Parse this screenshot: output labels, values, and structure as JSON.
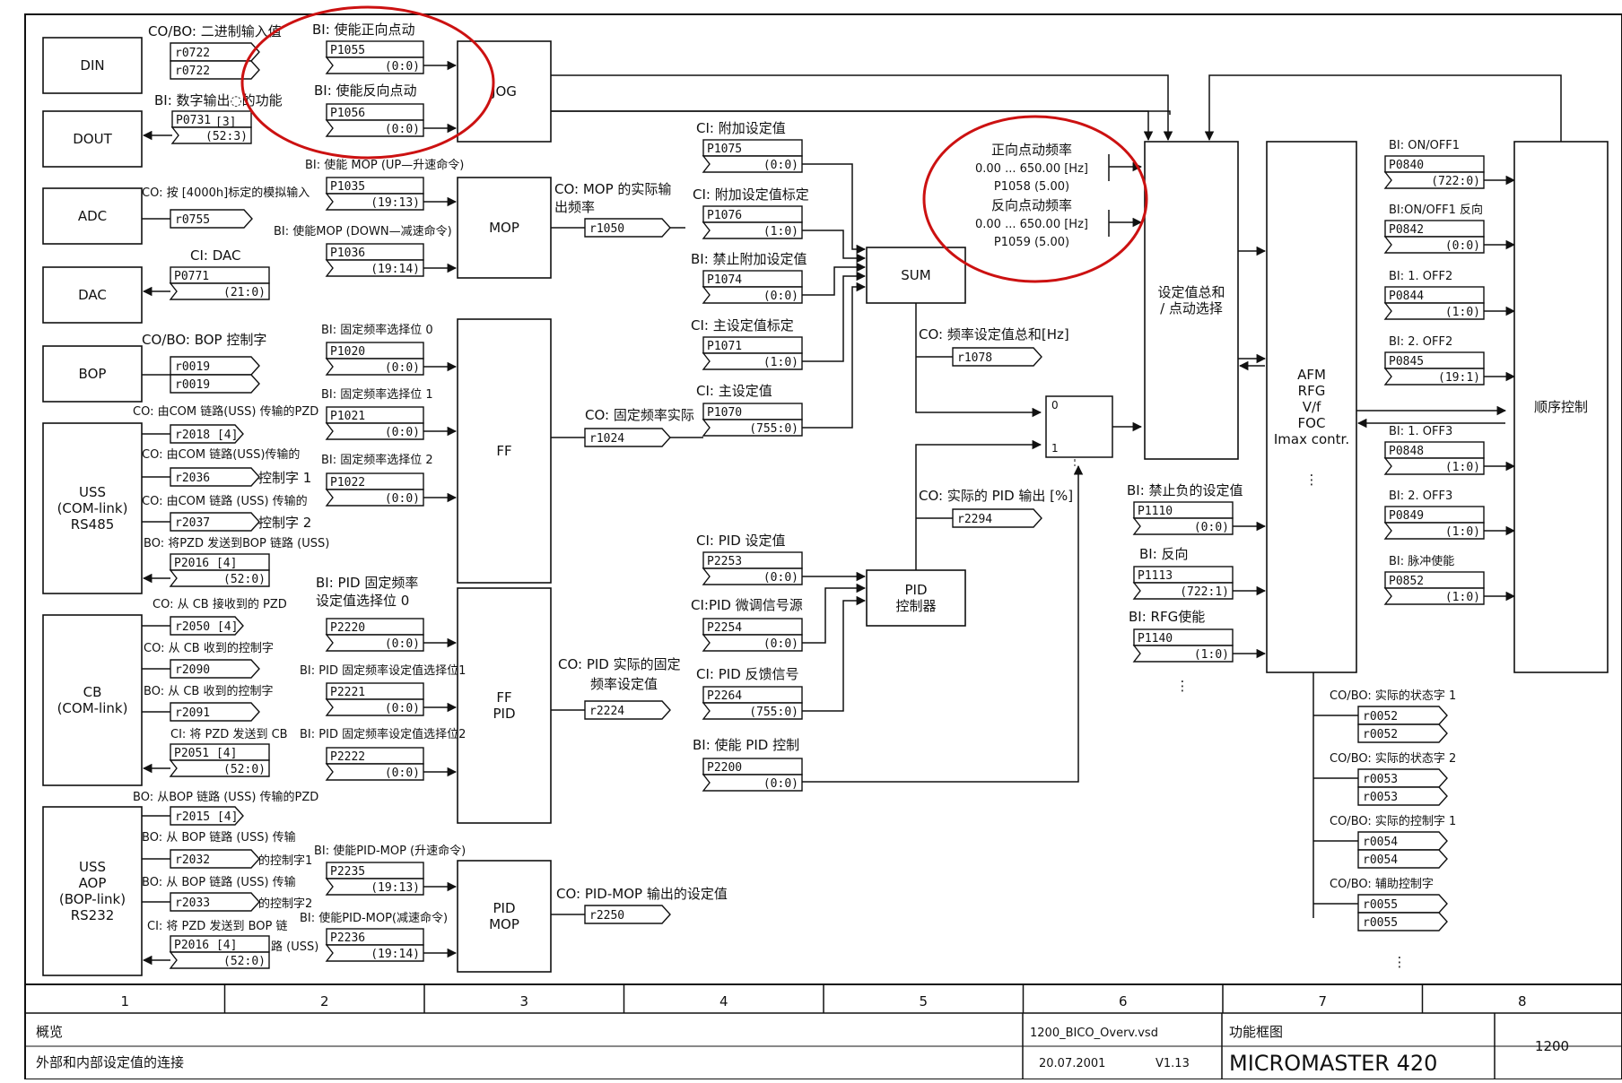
{
  "blocks": {
    "din": "DIN",
    "dout": "DOUT",
    "adc": "ADC",
    "dac": "DAC",
    "bop": "BOP",
    "uss": [
      "USS",
      "(COM-link)",
      "RS485"
    ],
    "cb": [
      "CB",
      "(COM-link)"
    ],
    "uss_aop": [
      "USS",
      "AOP",
      "(BOP-link)",
      "RS232"
    ],
    "jog": "JOG",
    "mop": "MOP",
    "ff": "FF",
    "ff_pid": [
      "FF",
      "PID"
    ],
    "pid_mop": [
      "PID",
      "MOP"
    ],
    "sum": "SUM",
    "pid_ctrl": [
      "PID",
      "控制器"
    ],
    "setpoint_sum": [
      "设定值总和",
      "/ 点动选择"
    ],
    "afm": [
      "AFM",
      "RFG",
      "V/f",
      "FOC",
      "Imax contr."
    ],
    "sequence": "顺序控制"
  },
  "col1": {
    "din_label": "CO/BO: 二进制输入值",
    "din_params": [
      "r0722",
      "r0722"
    ],
    "dout_label": "BI: 数字输出◌的功能",
    "dout_param": "P0731",
    "dout_index": "[3]",
    "dout_value": "(52:3)",
    "adc_label": "CO: 按 [4000h]标定的模拟输入",
    "adc_param": "r0755",
    "dac_label": "CI: DAC",
    "dac_param": "P0771",
    "dac_value": "(21:0)",
    "bop_label": "CO/BO: BOP 控制字",
    "bop_params": [
      "r0019",
      "r0019"
    ],
    "uss1_label": "CO: 由COM 链路(USS) 传输的PZD",
    "uss1_param": "r2018 [4]",
    "uss2_label": "CO: 由COM 链路(USS)传输的",
    "uss2_param": "r2036",
    "uss2_suffix": "控制字 1",
    "uss3_label": "CO: 由COM 链路 (USS) 传输的",
    "uss3_param": "r2037",
    "uss3_suffix": "控制字 2",
    "uss4_label": "BO: 将PZD 发送到BOP 链路 (USS)",
    "uss4_param": "P2016 [4]",
    "uss4_value": "(52:0)",
    "cb1_label": "CO: 从 CB 接收到的 PZD",
    "cb1_param": "r2050 [4]",
    "cb2_label": "CO: 从 CB 收到的控制字",
    "cb2_param": "r2090",
    "cb3_label": "BO: 从 CB 收到的控制字",
    "cb3_param": "r2091",
    "cb4_label": "CI: 将 PZD 发送到 CB",
    "cb4_param": "P2051 [4]",
    "cb4_value": "(52:0)",
    "aop1_label": "BO: 从BOP 链路 (USS) 传输的PZD",
    "aop1_param": "r2015 [4]",
    "aop2_label": "BO: 从 BOP 链路 (USS) 传输",
    "aop2_param": "r2032",
    "aop2_suffix": "的控制字1",
    "aop3_label": "BO: 从 BOP 链路 (USS) 传输",
    "aop3_param": "r2033",
    "aop3_suffix": "的控制字2",
    "aop4_label": "CI: 将 PZD 发送到 BOP 链",
    "aop4_suffix": "路 (USS)",
    "aop4_param": "P2016 [4]",
    "aop4_value": "(52:0)"
  },
  "col2": {
    "jog_fwd_label": "BI: 使能正向点动",
    "jog_fwd_param": "P1055",
    "jog_fwd_value": "(0:0)",
    "jog_rev_label": "BI: 使能反向点动",
    "jog_rev_param": "P1056",
    "jog_rev_value": "(0:0)",
    "mop_up_label": "BI: 使能 MOP (UP—升速命令)",
    "mop_up_param": "P1035",
    "mop_up_value": "(19:13)",
    "mop_down_label": "BI: 使能MOP (DOWN—减速命令)",
    "mop_down_param": "P1036",
    "mop_down_value": "(19:14)",
    "ff0_label": "BI: 固定频率选择位 0",
    "ff0_param": "P1020",
    "ff0_value": "(0:0)",
    "ff1_label": "BI: 固定频率选择位 1",
    "ff1_param": "P1021",
    "ff1_value": "(0:0)",
    "ff2_label": "BI: 固定频率选择位 2",
    "ff2_param": "P1022",
    "ff2_value": "(0:0)",
    "ffpid0_label1": "BI: PID 固定频率",
    "ffpid0_label2": "设定值选择位 0",
    "ffpid0_param": "P2220",
    "ffpid0_value": "(0:0)",
    "ffpid1_label": "BI: PID 固定频率设定值选择位1",
    "ffpid1_param": "P2221",
    "ffpid1_value": "(0:0)",
    "ffpid2_label": "BI: PID 固定频率设定值选择位2",
    "ffpid2_param": "P2222",
    "ffpid2_value": "(0:0)",
    "pidmop_up_label": "BI: 使能PID-MOP (升速命令)",
    "pidmop_up_param": "P2235",
    "pidmop_up_value": "(19:13)",
    "pidmop_down_label": "BI: 使能PID-MOP(减速命令)",
    "pidmop_down_param": "P2236",
    "pidmop_down_value": "(19:14)"
  },
  "col3": {
    "mop_out_label1": "CO: MOP 的实际输",
    "mop_out_label2": "出频率",
    "mop_out_param": "r1050",
    "ff_out_label": "CO: 固定频率实际",
    "ff_out_param": "r1024",
    "ffpid_out_label1": "CO: PID 实际的固定",
    "ffpid_out_label2": "频率设定值",
    "ffpid_out_param": "r2224",
    "pidmop_out_label": "CO: PID-MOP 输出的设定值",
    "pidmop_out_param": "r2250"
  },
  "col4": {
    "add_label": "CI: 附加设定值",
    "add_param": "P1075",
    "add_value": "(0:0)",
    "add_scale_label": "CI: 附加设定值标定",
    "add_scale_param": "P1076",
    "add_scale_value": "(1:0)",
    "add_inhibit_label": "BI: 禁止附加设定值",
    "add_inhibit_param": "P1074",
    "add_inhibit_value": "(0:0)",
    "main_scale_label": "CI: 主设定值标定",
    "main_scale_param": "P1071",
    "main_scale_value": "(1:0)",
    "main_label": "CI: 主设定值",
    "main_param": "P1070",
    "main_value": "(755:0)",
    "pid_sp_label": "CI: PID 设定值",
    "pid_sp_param": "P2253",
    "pid_sp_value": "(0:0)",
    "pid_trim_label": "CI:PID 微调信号源",
    "pid_trim_param": "P2254",
    "pid_trim_value": "(0:0)",
    "pid_fb_label": "CI: PID 反馈信号",
    "pid_fb_param": "P2264",
    "pid_fb_value": "(755:0)",
    "pid_en_label": "BI: 使能 PID 控制",
    "pid_en_param": "P2200",
    "pid_en_value": "(0:0)"
  },
  "col5": {
    "total_label": "CO: 频率设定值总和[Hz]",
    "total_param": "r1078",
    "pid_out_label": "CO: 实际的 PID 输出 [%]",
    "pid_out_param": "r2294",
    "switch_0": "0",
    "switch_1": "1",
    "jog_fwd_freq_label": "正向点动频率",
    "jog_fwd_freq_range": "0.00 ... 650.00 [Hz]",
    "jog_fwd_freq_param": "P1058 (5.00)",
    "jog_rev_freq_label": "反向点动频率",
    "jog_rev_freq_range": "0.00 ... 650.00 [Hz]",
    "jog_rev_freq_param": "P1059 (5.00)"
  },
  "col6": {
    "neg_inhibit_label": "BI: 禁止负的设定值",
    "neg_inhibit_param": "P1110",
    "neg_inhibit_value": "(0:0)",
    "reverse_label": "BI: 反向",
    "reverse_param": "P1113",
    "reverse_value": "(722:1)",
    "rfg_en_label": "BI: RFG使能",
    "rfg_en_param": "P1140",
    "rfg_en_value": "(1:0)"
  },
  "col7": {
    "on_off1_label": "BI: ON/OFF1",
    "on_off1_param": "P0840",
    "on_off1_value": "(722:0)",
    "on_off1_rev_label": "BI:ON/OFF1 反向",
    "on_off1_rev_param": "P0842",
    "on_off1_rev_value": "(0:0)",
    "off2_1_label": "BI: 1. OFF2",
    "off2_1_param": "P0844",
    "off2_1_value": "(1:0)",
    "off2_2_label": "BI: 2. OFF2",
    "off2_2_param": "P0845",
    "off2_2_value": "(19:1)",
    "off3_1_label": "BI: 1. OFF3",
    "off3_1_param": "P0848",
    "off3_1_value": "(1:0)",
    "off3_2_label": "BI: 2. OFF3",
    "off3_2_param": "P0849",
    "off3_2_value": "(1:0)",
    "pulse_label": "BI: 脉冲使能",
    "pulse_param": "P0852",
    "pulse_value": "(1:0)",
    "status1_label": "CO/BO: 实际的状态字 1",
    "status1_params": [
      "r0052",
      "r0052"
    ],
    "status2_label": "CO/BO: 实际的状态字 2",
    "status2_params": [
      "r0053",
      "r0053"
    ],
    "control1_label": "CO/BO: 实际的控制字 1",
    "control1_params": [
      "r0054",
      "r0054"
    ],
    "aux_label": "CO/BO: 辅助控制字",
    "aux_params": [
      "r0055",
      "r0055"
    ]
  },
  "footer": {
    "columns": [
      "1",
      "2",
      "3",
      "4",
      "5",
      "6",
      "7",
      "8"
    ],
    "left_row1": "概览",
    "left_row2": "外部和内部设定值的连接",
    "file": "1200_BICO_Overv.vsd",
    "date": "20.07.2001",
    "version": "V1.13",
    "title_label": "功能框图",
    "product": "MICROMASTER 420",
    "page": "1200"
  },
  "colors": {
    "line": "#111111",
    "highlight_circle": "#cc1111"
  }
}
